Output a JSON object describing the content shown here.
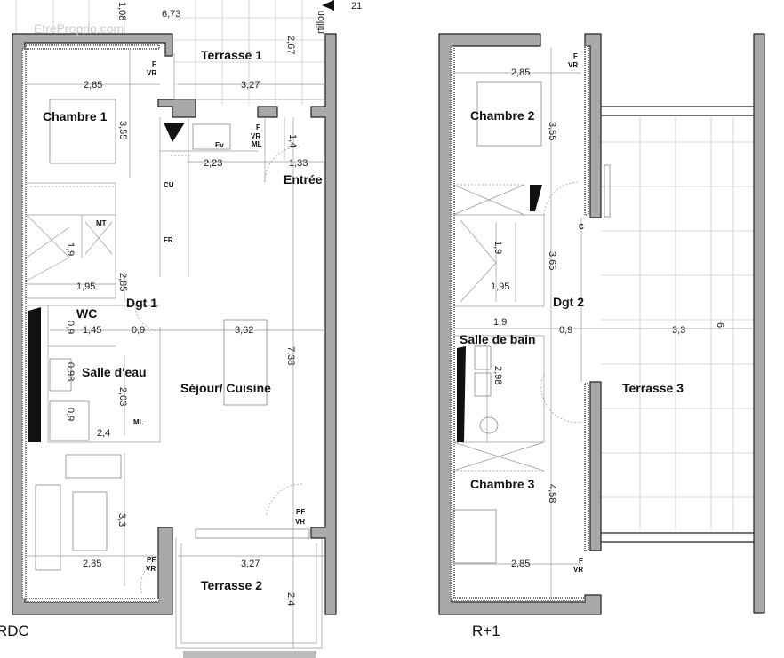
{
  "watermark": "EtreProprio.com",
  "levels": {
    "ground": "RDC",
    "first": "R+1"
  },
  "marker": {
    "label": "21"
  },
  "ground_floor": {
    "rooms": {
      "terrasse1": "Terrasse 1",
      "chambre1": "Chambre 1",
      "entree": "Entrée",
      "dgt1": "Dgt 1",
      "wc": "WC",
      "salle_eau": "Salle d'eau",
      "sejour": "Séjour/ Cuisine",
      "terrasse2": "Terrasse 2"
    },
    "dims": {
      "d108": "1,08",
      "d673": "6,73",
      "d267": "2,67",
      "d285a": "2,85",
      "d327a": "3,27",
      "d355": "3,55",
      "d14": "1,4",
      "d223": "2,23",
      "d133": "1,33",
      "d19": "1,9",
      "d285b": "2,85",
      "d195": "1,95",
      "d09a": "0,9",
      "d145": "1,45",
      "d09b": "0,9",
      "d362": "3,62",
      "d738": "7,38",
      "d098": "0,98",
      "d203": "2,03",
      "d09c": "0,9",
      "d24a": "2,4",
      "d33": "3,3",
      "d285c": "2,85",
      "d327b": "3,27",
      "d24b": "2,4"
    },
    "tags": {
      "f1": "F",
      "vr1": "VR",
      "f2": "F",
      "vr2": "VR",
      "ml1": "ML",
      "ev": "Ev",
      "cu": "CU",
      "fr": "FR",
      "mt": "MT",
      "ml2": "ML",
      "pf1": "PF",
      "vr3": "VR",
      "pf2": "PF",
      "vr4": "VR",
      "portillon": "rtillon"
    }
  },
  "first_floor": {
    "rooms": {
      "chambre2": "Chambre 2",
      "dgt2": "Dgt 2",
      "salle_bain": "Salle de bain",
      "chambre3": "Chambre 3",
      "terrasse3": "Terrasse 3"
    },
    "dims": {
      "d285a": "2,85",
      "d355": "3,55",
      "d19": "1,9",
      "d365": "3,65",
      "d195": "1,95",
      "d19b": "1,9",
      "d09": "0,9",
      "d33": "3,3",
      "d6": "6",
      "d298": "2,98",
      "d458": "4,58",
      "d285b": "2,85"
    },
    "tags": {
      "f1": "F",
      "vr1": "VR",
      "c": "C",
      "f2": "F",
      "vr2": "VR"
    }
  }
}
